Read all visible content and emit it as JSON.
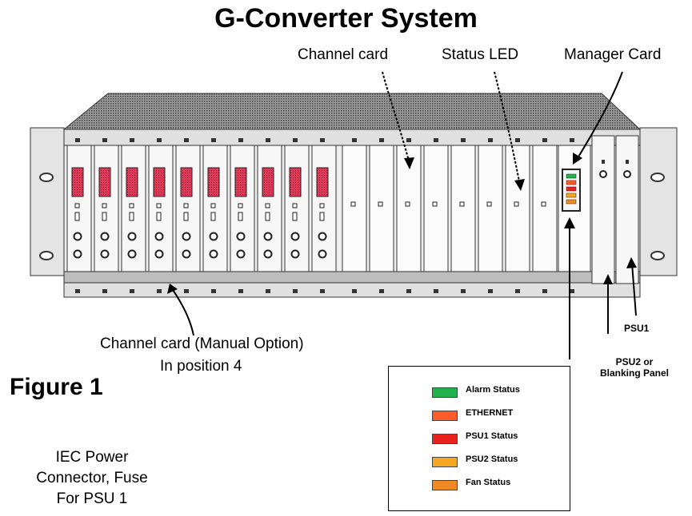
{
  "title": "G-Converter System",
  "labels": {
    "channel_card": "Channel card",
    "status_led": "Status LED",
    "manager_card": "Manager Card",
    "manual_option_line1": "Channel card  (Manual Option)",
    "manual_option_line2": "In position 4",
    "figure": "Figure 1",
    "iec_line1": "IEC Power",
    "iec_line2": "Connector, Fuse",
    "iec_line3": "For PSU 1",
    "psu1": "PSU1",
    "psu2_line1": "PSU2 or",
    "psu2_line2": "Blanking Panel"
  },
  "legend": [
    {
      "label": "Alarm Status",
      "color": "#22b14c"
    },
    {
      "label": "ETHERNET",
      "color": "#ff5a2a"
    },
    {
      "label": "PSU1 Status",
      "color": "#e8231f"
    },
    {
      "label": "PSU2 Status",
      "color": "#f5a623"
    },
    {
      "label": "Fan Status",
      "color": "#f08a24"
    }
  ],
  "colors": {
    "chassis": "#d8d8d8",
    "top_cover": "#6b6b6b",
    "card_led": "#e03a5a"
  }
}
